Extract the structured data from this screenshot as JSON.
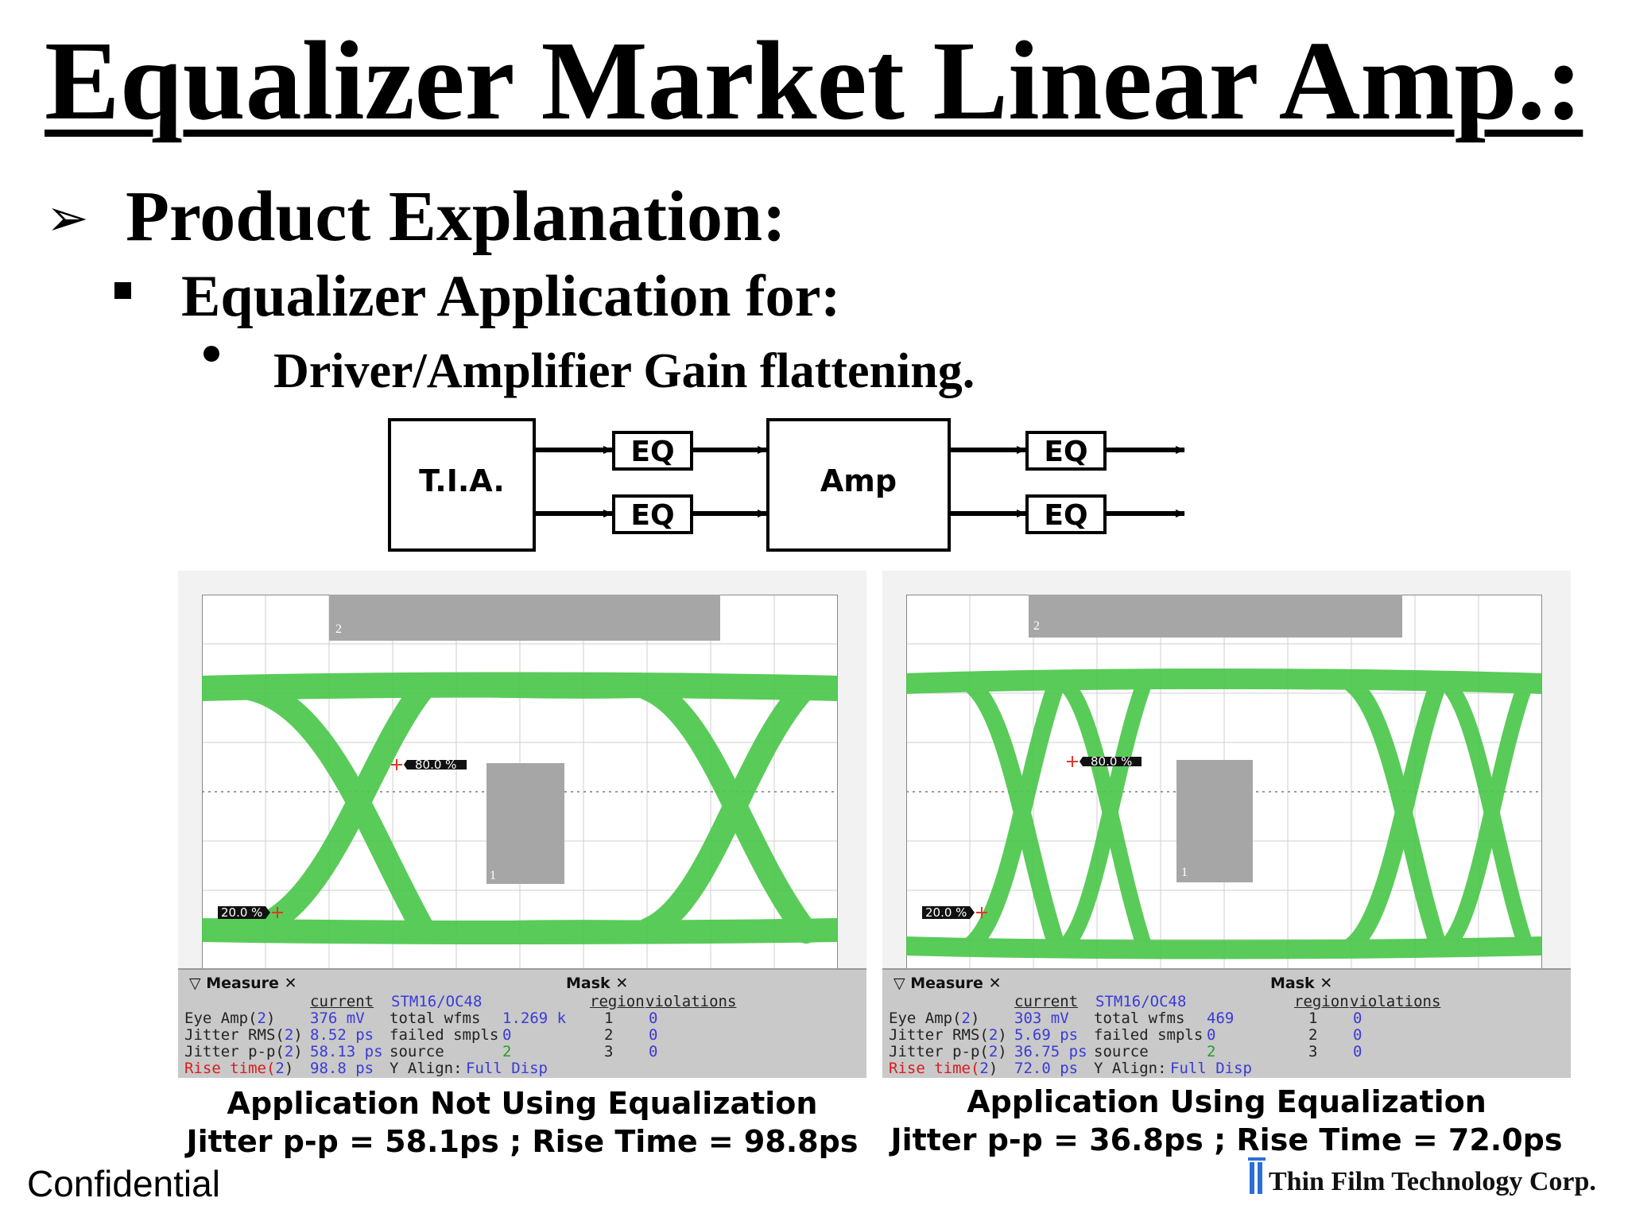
{
  "title": "Equalizer Market Linear Amp.:",
  "bullet1": "Product Explanation:",
  "bullet2": "Equalizer Application for:",
  "bullet3": "Driver/Amplifier Gain flattening.",
  "diagram": {
    "tia_label": "T.I.A.",
    "amp_label": "Amp",
    "eq_label": "EQ"
  },
  "scope_left": {
    "marker_80": "80.0 %",
    "marker_20": "20.0 %",
    "mask_region_top": "2",
    "mask_region_mid": "1",
    "measure_tab": "Measure",
    "mask_tab": "Mask",
    "col_current": "current",
    "col_standard": "STM16/OC48",
    "col_region": "region",
    "col_violations": "violations",
    "rows": [
      {
        "label": "Eye Amp(",
        "value": "376 mV"
      },
      {
        "label": "Jitter RMS(",
        "value": "8.52 ps"
      },
      {
        "label": "Jitter p-p(",
        "value": "58.13 ps"
      },
      {
        "label": "Rise time(",
        "value": "98.8 ps"
      }
    ],
    "mask_rows": [
      {
        "label": "total wfms",
        "value": "1.269 k"
      },
      {
        "label": "failed smpls",
        "value": "0"
      },
      {
        "label": "source",
        "value": "2"
      }
    ],
    "y_align_label": "Y Align:",
    "y_align_value": "Full Disp",
    "regions": [
      {
        "region": "1",
        "violations": "0"
      },
      {
        "region": "2",
        "violations": "0"
      },
      {
        "region": "3",
        "violations": "0"
      }
    ],
    "caption_line1": "Application Not Using Equalization",
    "caption_line2": "Jitter p-p = 58.1ps  ;  Rise Time = 98.8ps"
  },
  "scope_right": {
    "marker_80": "80.0 %",
    "marker_20": "20.0 %",
    "mask_region_top": "2",
    "mask_region_mid": "1",
    "measure_tab": "Measure",
    "mask_tab": "Mask",
    "col_current": "current",
    "col_standard": "STM16/OC48",
    "col_region": "region",
    "col_violations": "violations",
    "rows": [
      {
        "label": "Eye Amp(",
        "value": "303 mV"
      },
      {
        "label": "Jitter RMS(",
        "value": "5.69 ps"
      },
      {
        "label": "Jitter p-p(",
        "value": "36.75 ps"
      },
      {
        "label": "Rise time(",
        "value": "72.0 ps"
      }
    ],
    "mask_rows": [
      {
        "label": "total wfms",
        "value": "469"
      },
      {
        "label": "failed smpls",
        "value": "0"
      },
      {
        "label": "source",
        "value": "2"
      }
    ],
    "y_align_label": "Y Align:",
    "y_align_value": "Full Disp",
    "regions": [
      {
        "region": "1",
        "violations": "0"
      },
      {
        "region": "2",
        "violations": "0"
      },
      {
        "region": "3",
        "violations": "0"
      }
    ],
    "caption_line1": "Application Using Equalization",
    "caption_line2": "Jitter p-p = 36.8ps  ;  Rise Time = 72.0ps"
  },
  "channel_close_paren": ")",
  "footer_left": "Confidential",
  "footer_company": "Thin Film Technology Corp.",
  "colors": {
    "eye_green": "#3fbf3f",
    "mask_gray": "#a6a6a6",
    "panel_gray": "#c9c9c9",
    "value_blue": "#3a3ad8",
    "rise_red": "#d81b1b"
  }
}
